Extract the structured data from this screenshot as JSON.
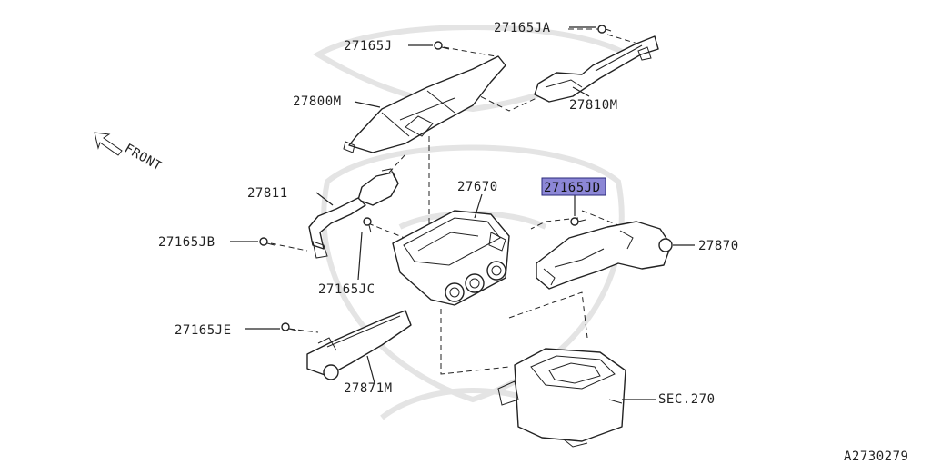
{
  "parts": {
    "p27165JA": "27165JA",
    "p27165J": "27165J",
    "p27800M": "27800M",
    "p27810M": "27810M",
    "p27811": "27811",
    "p27670": "27670",
    "p27165JD": "27165JD",
    "p27870": "27870",
    "p27165JB": "27165JB",
    "p27165JC": "27165JC",
    "p27165JE": "27165JE",
    "p27871M": "27871M",
    "sec270": "SEC.270"
  },
  "front_label": "FRONT",
  "diagram_code": "A2730279",
  "highlight_color": "#8c87d6"
}
